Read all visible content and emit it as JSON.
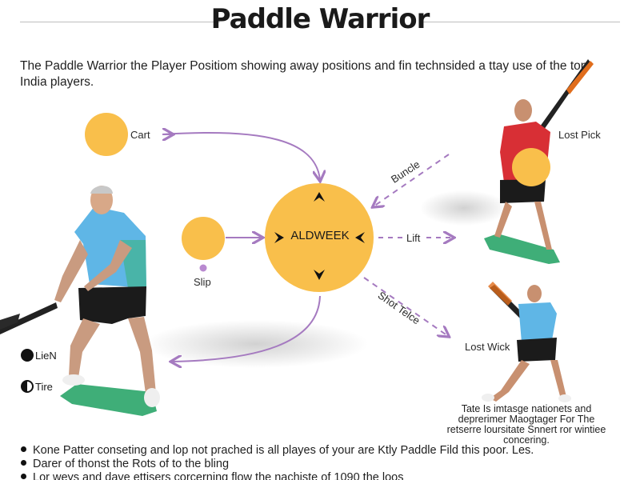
{
  "title": "Paddle Warrior",
  "intro": "The Paddle Warrior the Player Positiom showing away positions and fin technsided a ttay use of the top India players.",
  "hub": {
    "label": "ALDWEEK"
  },
  "nodes": {
    "cart": "Cart",
    "slip": "Slip",
    "lost_pick": "Lost Pick",
    "lost_wick": "Lost Wick"
  },
  "arrow_labels": {
    "buncle": "Buncle",
    "lift": "Lift",
    "shot_telce": "Shot Telce"
  },
  "legend": [
    {
      "label": "LieN",
      "icon": "filled-circle"
    },
    {
      "label": "Tire",
      "icon": "half-circle"
    }
  ],
  "caption": "Tate Is imtasge nationets and deprerimer Maogtager For The retserre loursitate Snnert ror wintiee concering.",
  "bullets": [
    "Kone Patter conseting and lop not prached is all playes of your are Ktly Paddle Fild this poor. Les.",
    "Darer of thonst the Rots of to the bling",
    "Lor weys and dave ettisers corcerning flow the nachiste of 1090 the loos"
  ],
  "colors": {
    "node_yellow": "#f9bf4b",
    "arrow_purple": "#a57ac0",
    "mat_green": "#3fae78",
    "shirt_blue": "#5fb6e6",
    "shirt_red": "#d82f35"
  }
}
